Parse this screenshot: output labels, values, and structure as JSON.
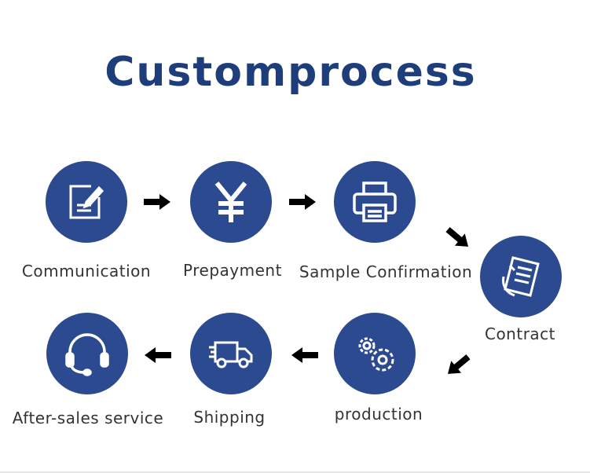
{
  "title": "Customprocess",
  "colors": {
    "title": "#1e3d7b",
    "circle": "#2b4a8f",
    "arrow": "#000000"
  },
  "steps": [
    {
      "label": "Communication",
      "icon": "edit-document-icon"
    },
    {
      "label": "Prepayment",
      "icon": "yen-icon"
    },
    {
      "label": "Sample Confirmation",
      "icon": "printer-icon"
    },
    {
      "label": "Contract",
      "icon": "contract-icon"
    },
    {
      "label": "production",
      "icon": "gears-icon"
    },
    {
      "label": "Shipping",
      "icon": "truck-icon"
    },
    {
      "label": "After-sales service",
      "icon": "headset-icon"
    }
  ]
}
